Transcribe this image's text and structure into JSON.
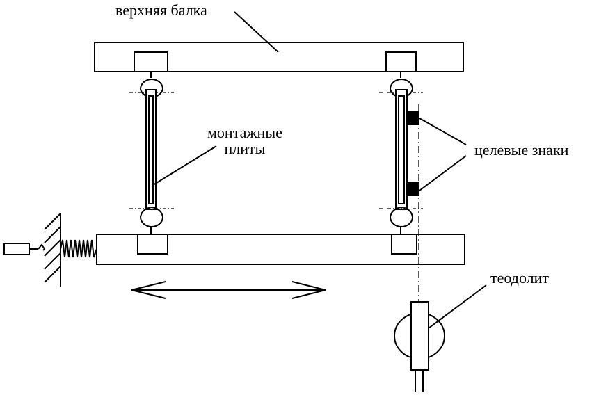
{
  "labels": {
    "upper_beam": "верхняя балка",
    "mounting_plates": "монтажные\nплиты",
    "target_marks": "целевые знаки",
    "theodolite": "теодолит"
  },
  "colors": {
    "stroke": "#000000",
    "background": "#ffffff"
  }
}
